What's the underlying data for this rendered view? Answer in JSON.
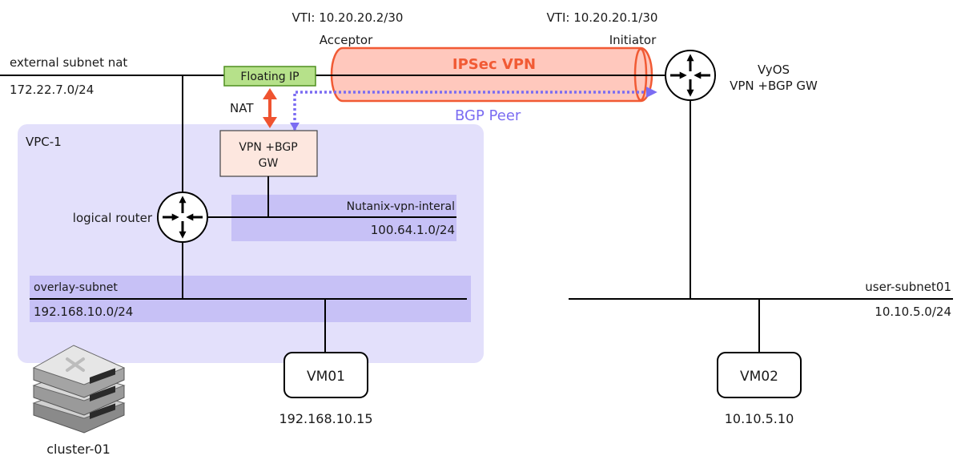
{
  "colors": {
    "vpc_bg": "#e3e0fb",
    "subnet_band": "#c7c1f6",
    "floating_ip_fill": "#b6e18a",
    "floating_ip_stroke": "#4e8f1f",
    "vpn_gw_fill": "#fde7df",
    "tunnel_fill": "#ffc8bd",
    "tunnel_stroke": "#f15a34",
    "tunnel_text": "#f15a34",
    "nat_arrow": "#ef5330",
    "bgp_peer": "#7b6cf2"
  },
  "labels": {
    "external_subnet_name": "external subnet nat",
    "external_subnet_cidr": "172.22.7.0/24",
    "vti_left": "VTI: 10.20.20.2/30",
    "vti_right": "VTI: 10.20.20.1/30",
    "acceptor": "Acceptor",
    "initiator": "Initiator",
    "floating_ip": "Floating IP",
    "ipsec_vpn": "IPSec VPN",
    "bgp_peer": "BGP Peer",
    "nat": "NAT",
    "vyos_title": "VyOS",
    "vyos_sub": "VPN +BGP GW",
    "vpc_name": "VPC-1",
    "vpn_gw_line1": "VPN +BGP",
    "vpn_gw_line2": "GW",
    "logical_router": "logical router",
    "nutanix_subnet_name": "Nutanix-vpn-interal",
    "nutanix_subnet_cidr": "100.64.1.0/24",
    "overlay_subnet_name": "overlay-subnet",
    "overlay_subnet_cidr": "192.168.10.0/24",
    "vm01": "VM01",
    "vm01_ip": "192.168.10.15",
    "vm02": "VM02",
    "vm02_ip": "10.10.5.10",
    "user_subnet_name": "user-subnet01",
    "user_subnet_cidr": "10.10.5.0/24",
    "cluster": "cluster-01"
  },
  "icons": {
    "router_icon": "router-icon",
    "server_stack_icon": "server-stack-icon"
  }
}
